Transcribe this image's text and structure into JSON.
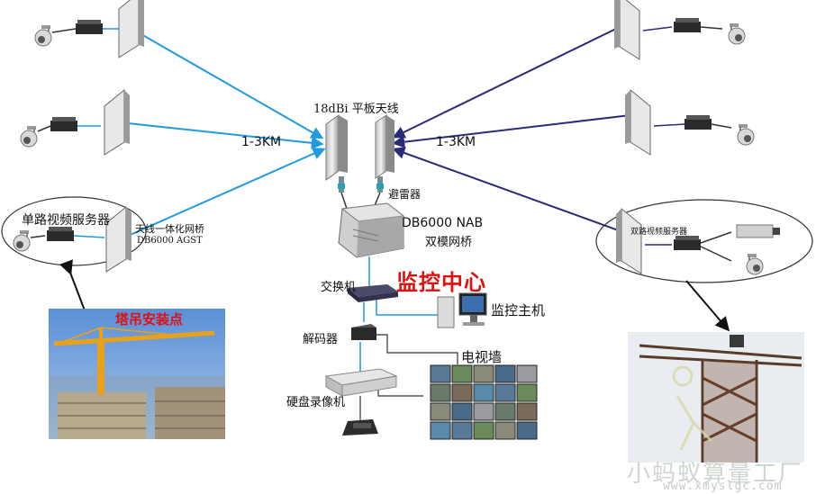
{
  "labels": {
    "antenna": "18dBi 平板天线",
    "range_left": "1-3KM",
    "range_right": "1-3KM",
    "lightning": "避雷器",
    "bridge_model": "DB6000 NAB",
    "bridge_name": "双模网桥",
    "single_server": "单路视频服务器",
    "integrated_bridge": "天线一体化网桥",
    "integrated_model": "DB6000 AGST",
    "crane_point": "塔吊安装点",
    "dual_server": "双路视频服务器",
    "monitor_center": "监控中心",
    "switch": "交换机",
    "monitor_host": "监控主机",
    "decoder": "解码器",
    "tv_wall": "电视墙",
    "dvr": "硬盘录像机"
  },
  "watermark": {
    "brand": "小蚂蚁算量工厂",
    "url": "www.xmyslgc.com"
  },
  "colors": {
    "link_light": "#1f9be0",
    "link_dark": "#2a2a7a",
    "center_red": "#e01010"
  }
}
